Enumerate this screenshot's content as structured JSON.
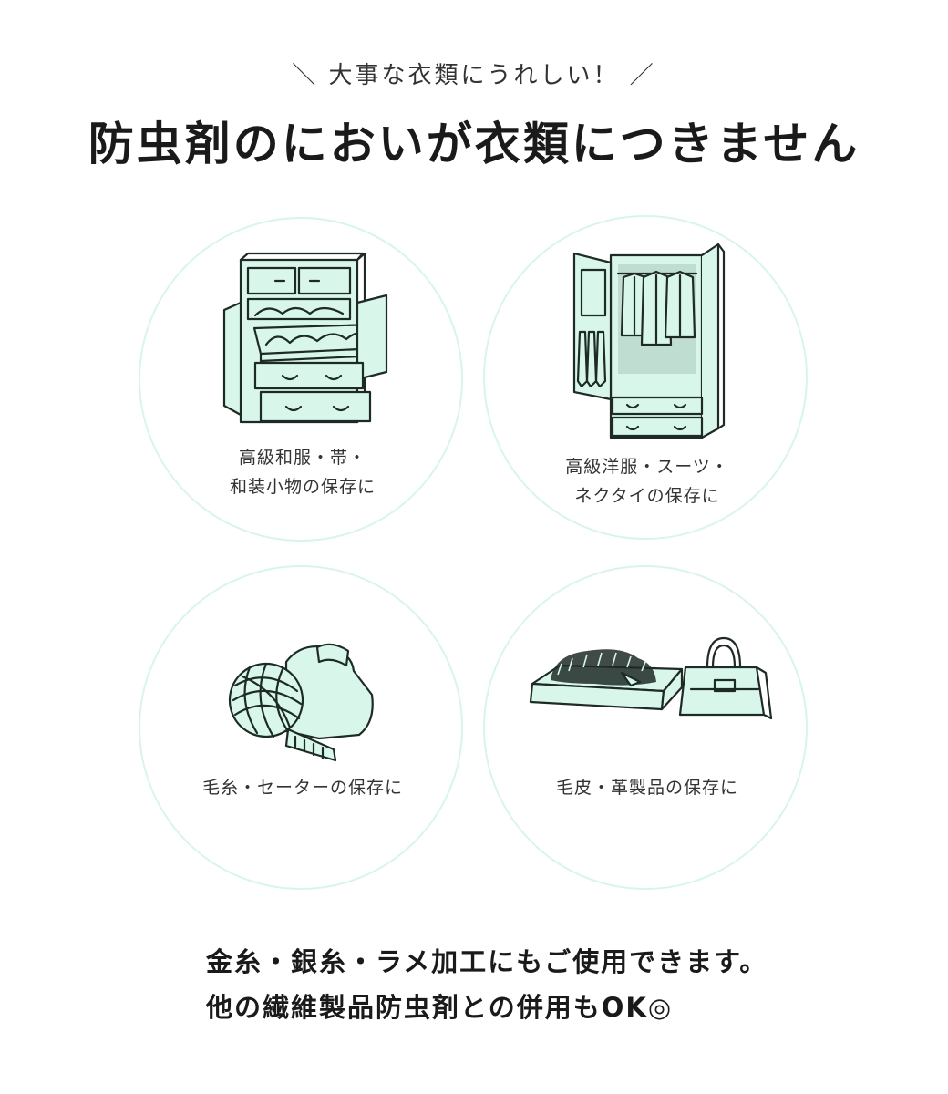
{
  "header": {
    "subtitle": "＼ 大事な衣類にうれしい！ ／",
    "title": "防虫剤のにおいが衣類につきません"
  },
  "uses": [
    {
      "icon": "tansu-chest-icon",
      "lines": [
        "高級和服・帯・",
        "和装小物の保存に"
      ]
    },
    {
      "icon": "wardrobe-icon",
      "lines": [
        "高級洋服・スーツ・",
        "ネクタイの保存に"
      ]
    },
    {
      "icon": "yarn-sweater-icon",
      "lines": [
        "毛糸・セーターの保存に"
      ]
    },
    {
      "icon": "fur-handbag-icon",
      "lines": [
        "毛皮・革製品の保存に"
      ]
    }
  ],
  "footer": {
    "line1": "金糸・銀糸・ラメ加工にもご使用できます。",
    "line2": "他の繊維製品防虫剤との併用もOK◎"
  },
  "colors": {
    "accent_mint": "#d8f7ea",
    "circle_border": "#d9f5ea",
    "text": "#1a1a1a"
  }
}
